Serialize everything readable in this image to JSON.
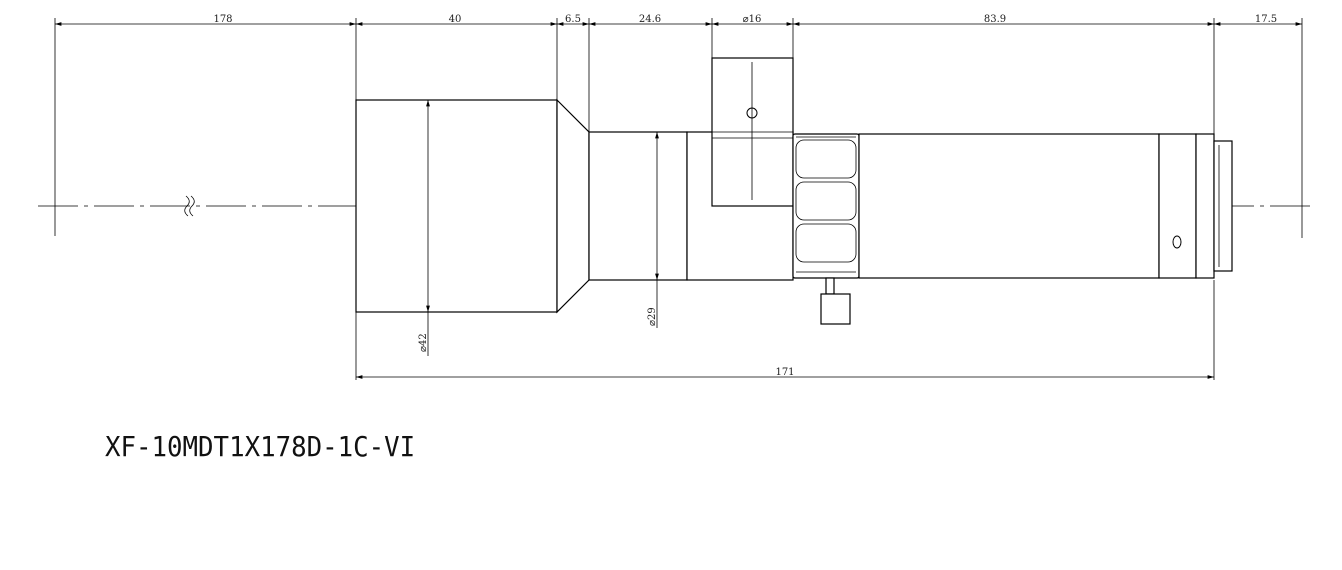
{
  "model": "XF-10MDT1X178D-1C-VI",
  "dimensions": {
    "working_distance": "178",
    "front_length": "40",
    "taper_length": "6.5",
    "mid_length": "24.6",
    "mount_diameter": "⌀16",
    "rear_length": "83.9",
    "back_length": "17.5",
    "total_length": "171",
    "front_diameter": "⌀42",
    "barrel_diameter": "⌀29"
  }
}
